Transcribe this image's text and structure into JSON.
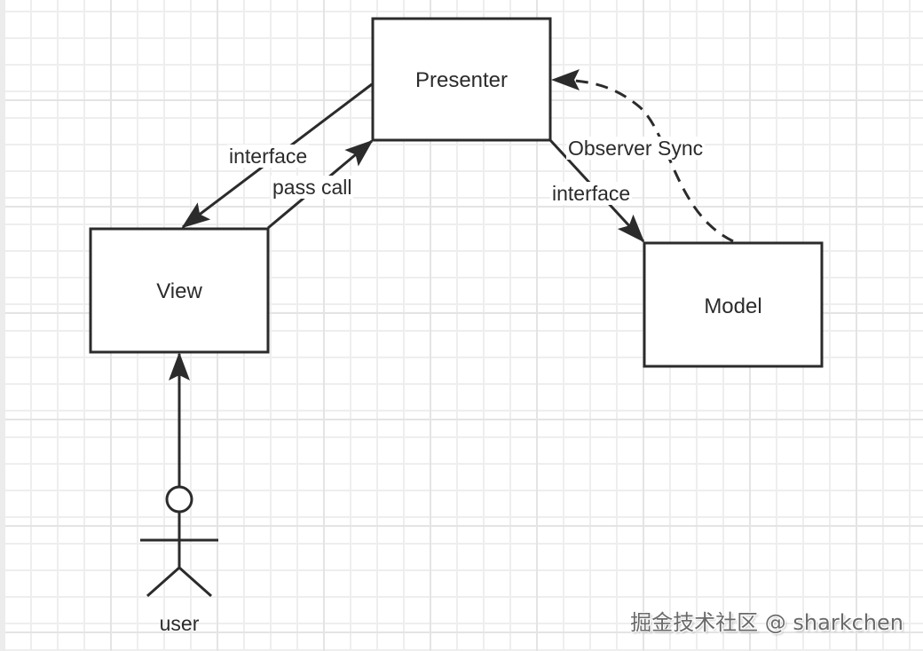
{
  "diagram": {
    "title": "MVP architecture",
    "nodes": {
      "presenter": {
        "label": "Presenter"
      },
      "view": {
        "label": "View"
      },
      "model": {
        "label": "Model"
      },
      "user": {
        "label": "user",
        "shape": "actor"
      }
    },
    "edges": [
      {
        "from": "presenter",
        "to": "view",
        "label": "interface",
        "style": "solid"
      },
      {
        "from": "view",
        "to": "presenter",
        "label": "pass call",
        "style": "solid"
      },
      {
        "from": "presenter",
        "to": "model",
        "label": "interface",
        "style": "solid"
      },
      {
        "from": "model",
        "to": "presenter",
        "label": "Observer Sync",
        "style": "dashed"
      },
      {
        "from": "user",
        "to": "view",
        "label": "",
        "style": "solid"
      }
    ],
    "colors": {
      "stroke": "#2b2b2b",
      "grid": "#eeeeee",
      "background": "#ffffff"
    }
  },
  "watermark": "掘金技术社区 @ sharkchen"
}
